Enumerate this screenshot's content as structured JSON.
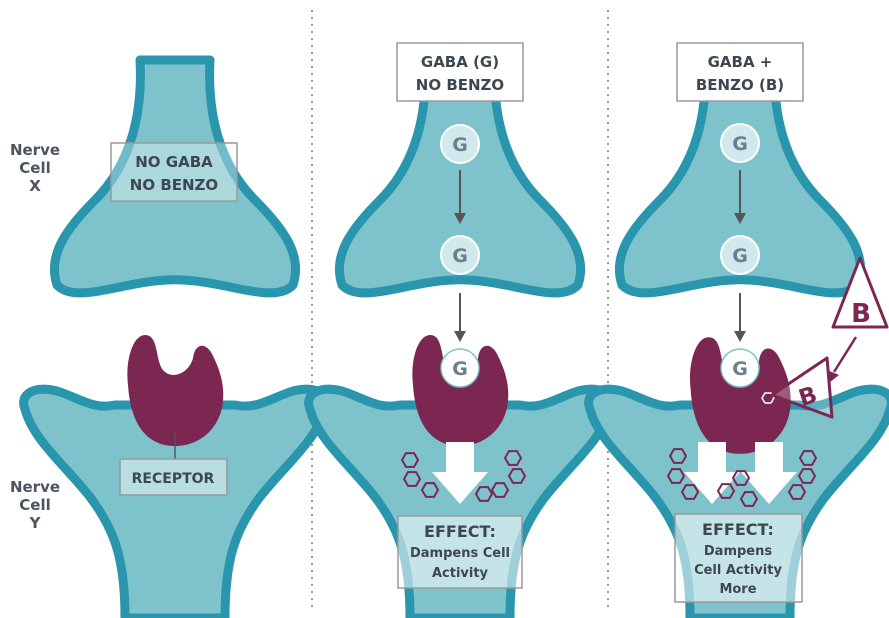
{
  "cell_labels": {
    "x": [
      "Nerve",
      "Cell",
      "X"
    ],
    "y": [
      "Nerve",
      "Cell",
      "Y"
    ]
  },
  "panels": [
    {
      "title": [
        "NO GABA",
        "NO BENZO"
      ],
      "receptor_label": "RECEPTOR"
    },
    {
      "title": [
        "GABA (G)",
        "NO BENZO"
      ],
      "molecule": "G",
      "effect": [
        "EFFECT:",
        "Dampens Cell",
        "Activity"
      ]
    },
    {
      "title": [
        "GABA +",
        "BENZO (B)"
      ],
      "molecule": "G",
      "benzo": "B",
      "effect": [
        "EFFECT:",
        "Dampens",
        "Cell Activity",
        "More"
      ]
    }
  ],
  "colors": {
    "cell_fill": "#7ec3cb",
    "cell_outline": "#2996ae",
    "receptor": "#7b2752",
    "label_text": "#4a5560",
    "arrow": "#555555",
    "divider": "#999999"
  }
}
